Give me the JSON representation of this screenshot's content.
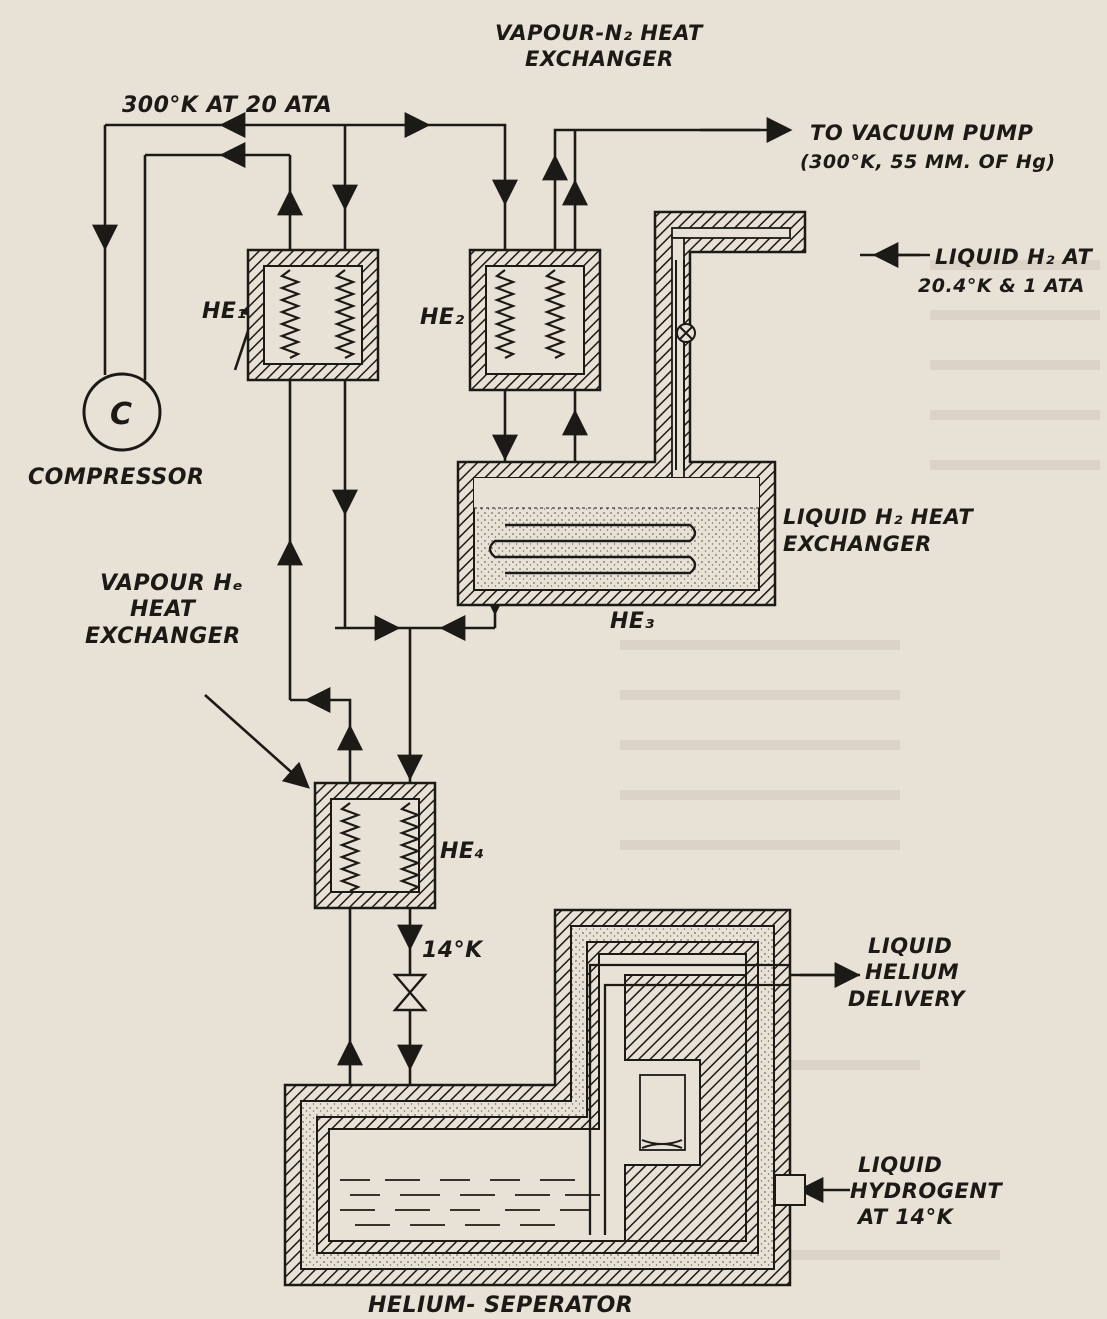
{
  "labels": {
    "top_pressure": "300°K AT 20 ATA",
    "vapour_n2_line1": "VAPOUR-N₂ HEAT",
    "vapour_n2_line2": "EXCHANGER",
    "vacuum_line1": "TO VACUUM PUMP",
    "vacuum_line2": "(300°K, 55 MM. OF Hg)",
    "liquid_h2_in_line1": "LIQUID H₂ AT",
    "liquid_h2_in_line2": "20.4°K & 1 ATA",
    "he1": "HE₁",
    "he2": "HE₂",
    "he3": "HE₃",
    "he4": "HE₄",
    "compressor_symbol": "C",
    "compressor": "COMPRESSOR",
    "liquid_h2_hx_line1": "LIQUID H₂ HEAT",
    "liquid_h2_hx_line2": "EXCHANGER",
    "vapour_he_line1": "VAPOUR Hₑ",
    "vapour_he_line2": "HEAT",
    "vapour_he_line3": "EXCHANGER",
    "temp_14k": "14°K",
    "liquid_helium_line1": "LIQUID",
    "liquid_helium_line2": "HELIUM",
    "liquid_helium_line3": "DELIVERY",
    "liquid_hydrogen_line1": "LIQUID",
    "liquid_hydrogen_line2": "HYDROGENT",
    "liquid_hydrogen_line3": "AT 14°K",
    "helium_separator": "HELIUM- SEPERATOR"
  },
  "colors": {
    "paper": "#e8e2d6",
    "ink": "#1c1a17",
    "stipple": "#8a8478"
  }
}
